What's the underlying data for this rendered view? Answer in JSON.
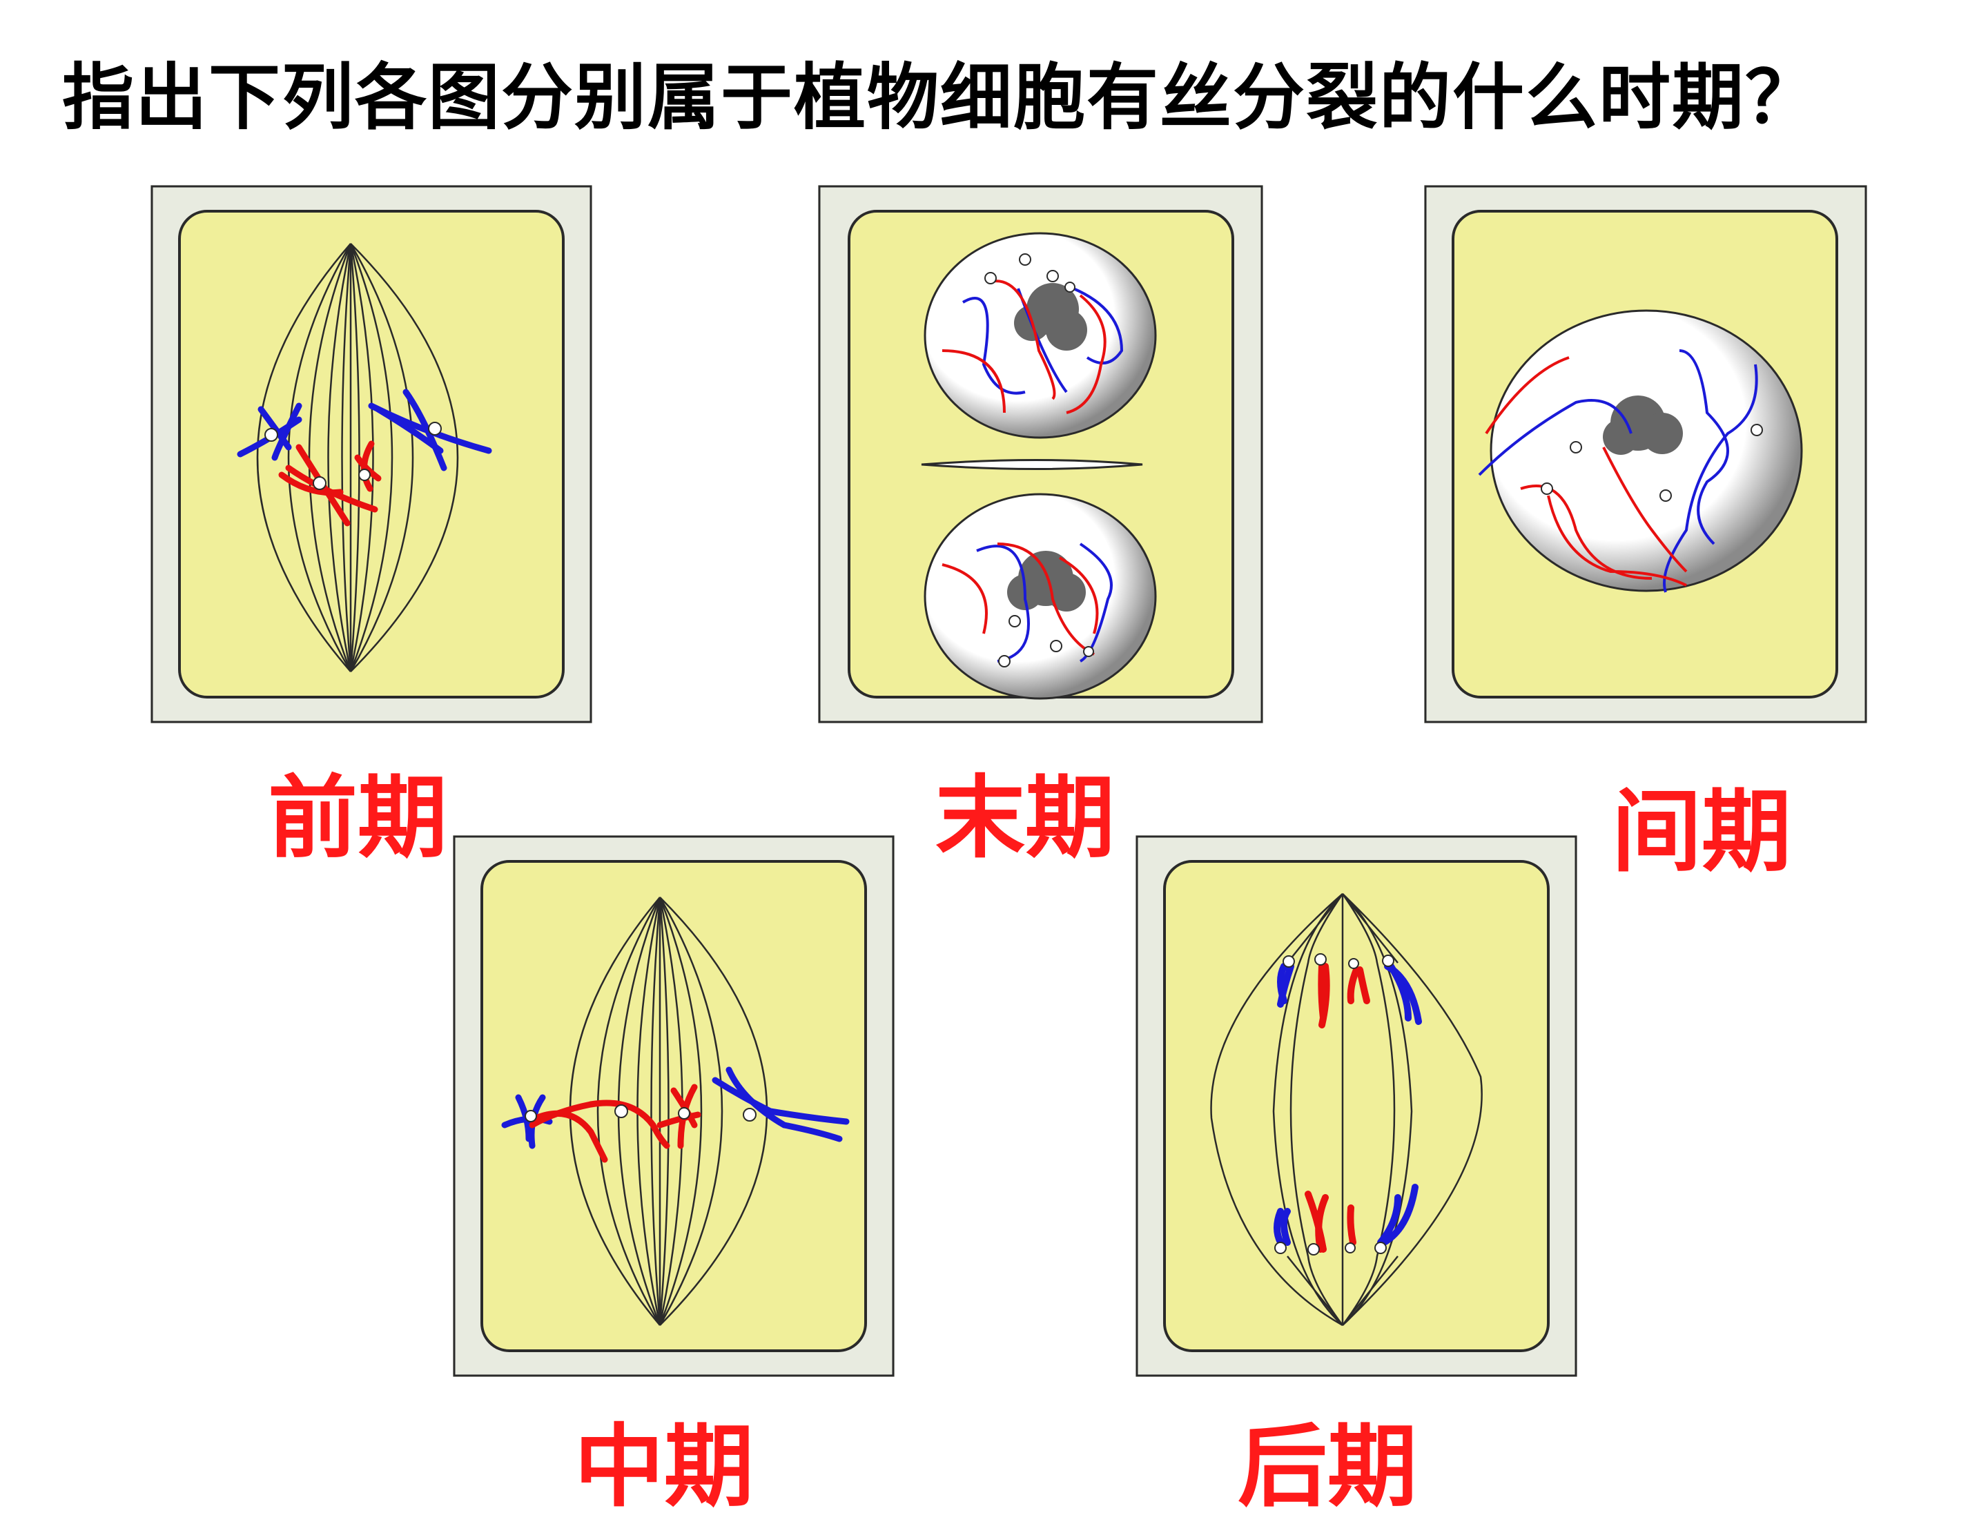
{
  "title": "指出下列各图分别属于植物细胞有丝分裂的什么时期？",
  "colors": {
    "cytoplasm": "#f0ef9a",
    "wall": "#e8ebe0",
    "outline": "#2a2a2a",
    "chromosome_red": "#e81010",
    "chromosome_blue": "#1a1ad8",
    "label": "#ff1a1a"
  },
  "panels": [
    {
      "id": "prophase",
      "label": "前期"
    },
    {
      "id": "telophase",
      "label": "末期"
    },
    {
      "id": "interphase",
      "label": "间期"
    },
    {
      "id": "metaphase",
      "label": "中期"
    },
    {
      "id": "anaphase",
      "label": "后期"
    }
  ]
}
